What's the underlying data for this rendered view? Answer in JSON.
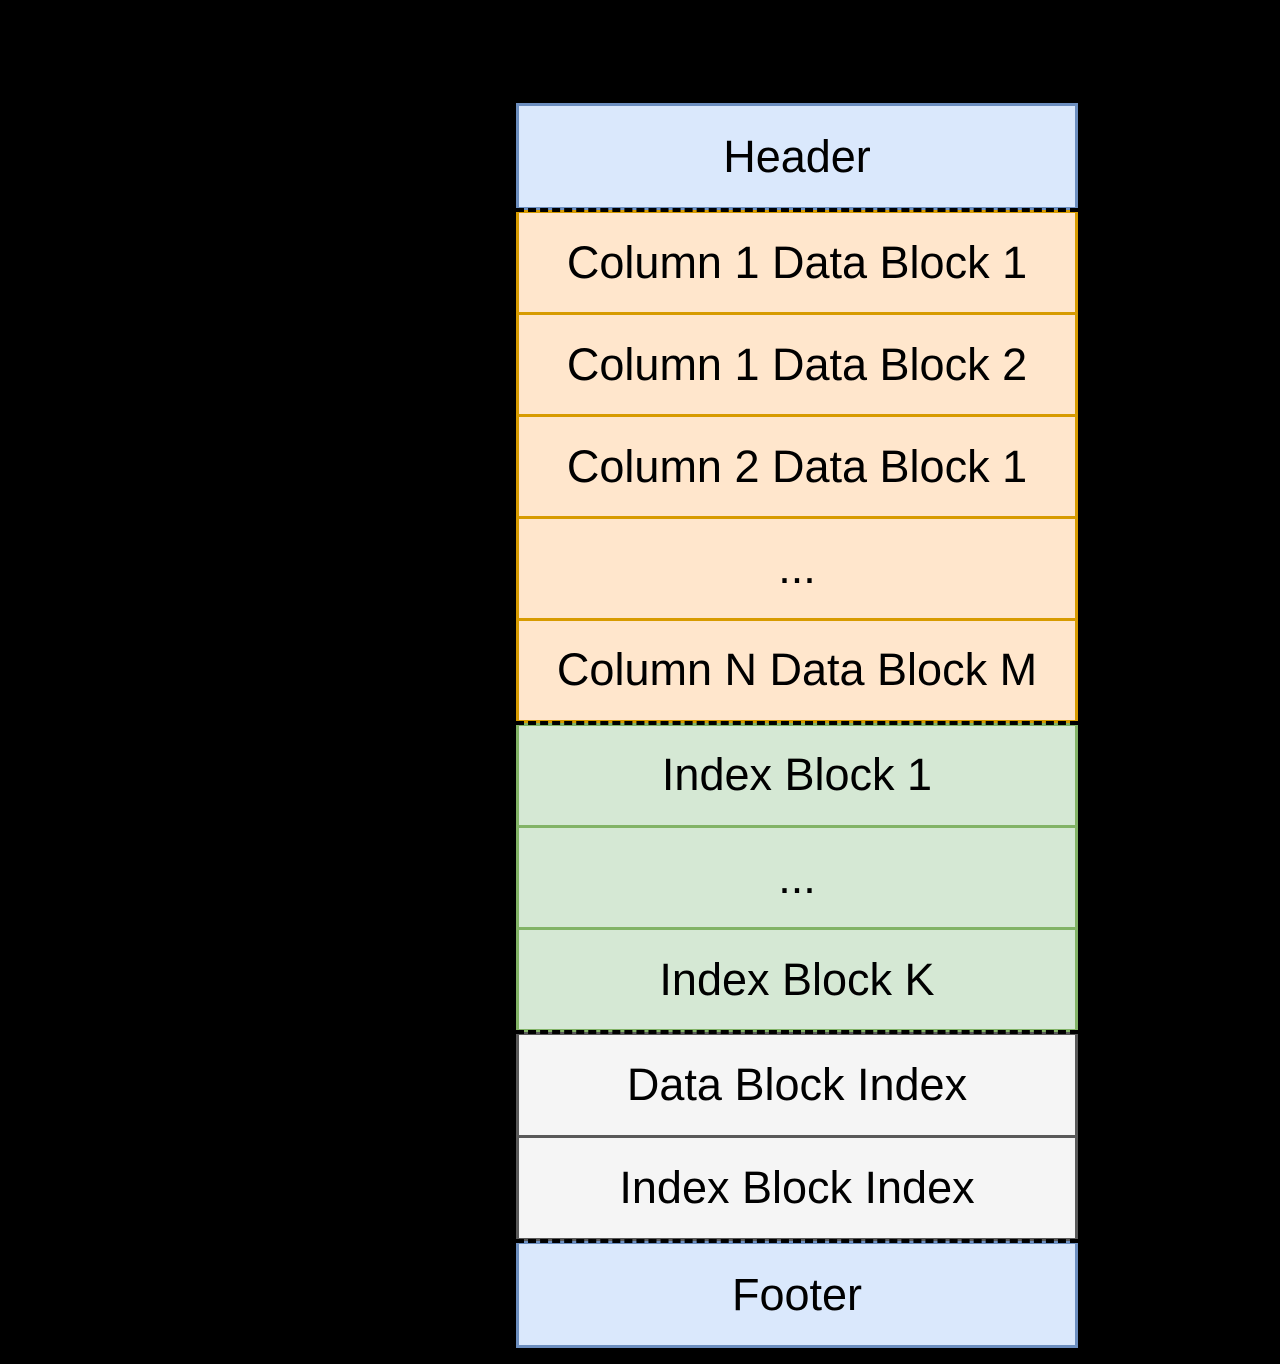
{
  "background_color": "#000000",
  "dash_color": "#000000",
  "text_color": "#000000",
  "diagram": {
    "name": "file-format-layout",
    "sections": [
      {
        "name": "header",
        "fill": "#dae8fc",
        "border": "#6c8ebf",
        "blocks": [
          "Header"
        ]
      },
      {
        "name": "column-data-blocks",
        "fill": "#ffe6cc",
        "border": "#d79b00",
        "blocks": [
          "Column 1 Data Block 1",
          "Column 1 Data Block 2",
          "Column 2 Data Block 1",
          "...",
          "Column N Data Block M"
        ]
      },
      {
        "name": "index-blocks",
        "fill": "#d5e8d4",
        "border": "#82b366",
        "blocks": [
          "Index Block 1",
          "...",
          "Index Block K"
        ]
      },
      {
        "name": "block-indexes",
        "fill": "#f5f5f5",
        "border": "#595959",
        "blocks": [
          "Data Block Index",
          "Index Block Index"
        ]
      },
      {
        "name": "footer",
        "fill": "#dae8fc",
        "border": "#6c8ebf",
        "blocks": [
          "Footer"
        ]
      }
    ]
  }
}
